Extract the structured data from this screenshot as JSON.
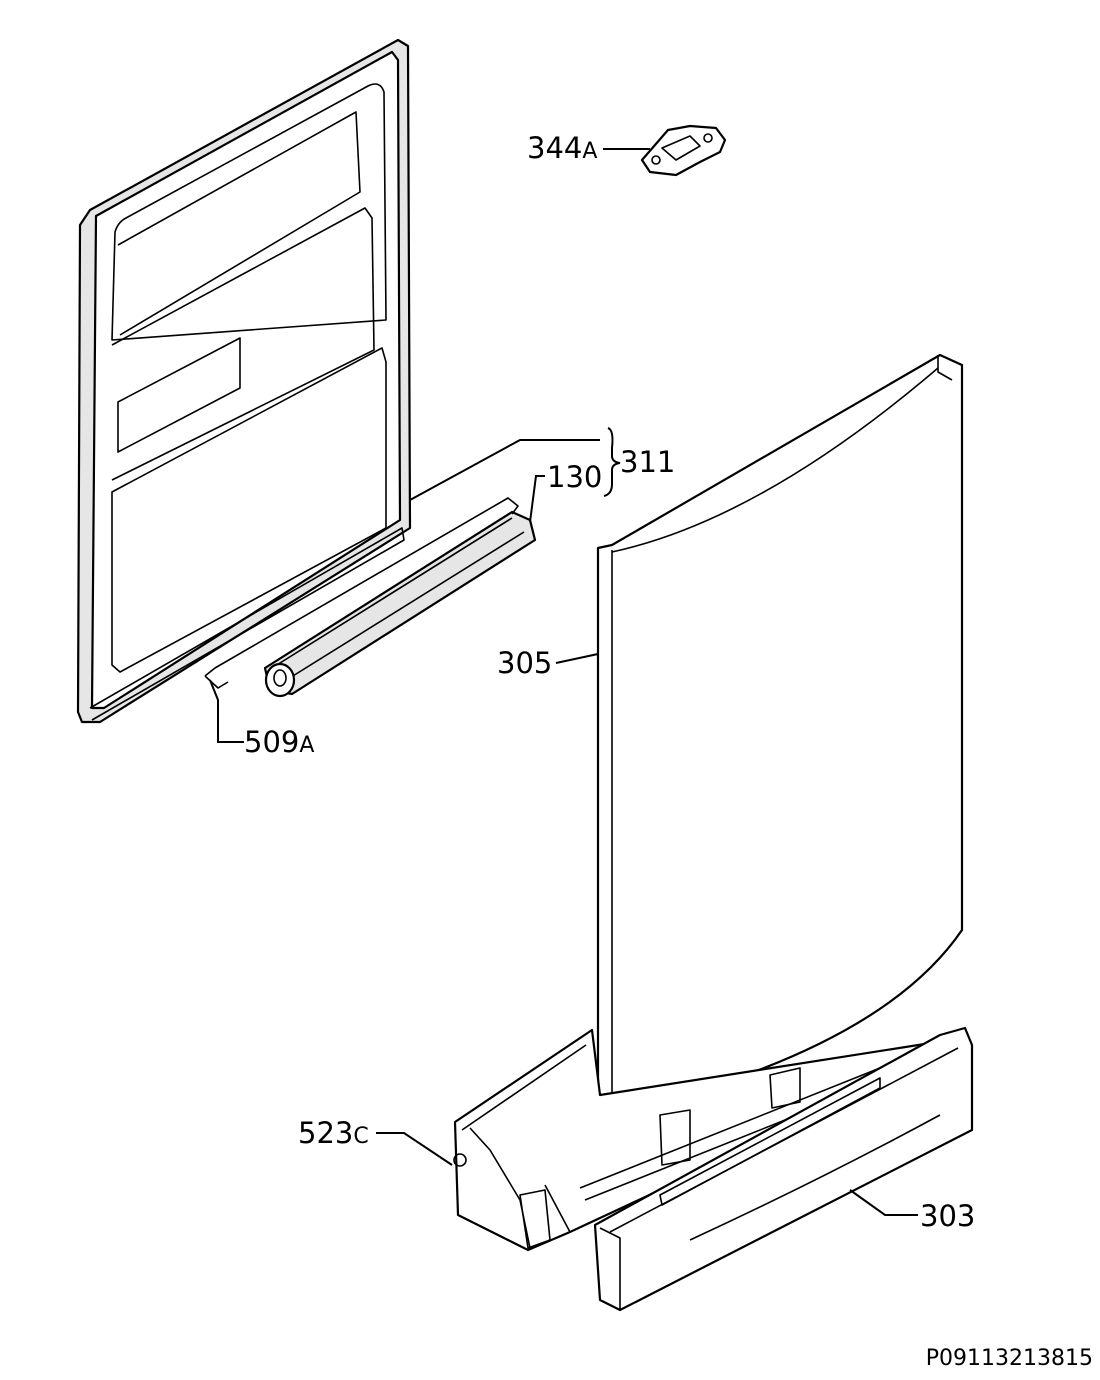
{
  "parts": [
    {
      "number": "344",
      "suffix": "A"
    },
    {
      "number": "311",
      "suffix": ""
    },
    {
      "number": "130",
      "suffix": ""
    },
    {
      "number": "305",
      "suffix": ""
    },
    {
      "number": "509",
      "suffix": "A"
    },
    {
      "number": "523",
      "suffix": "C"
    },
    {
      "number": "303",
      "suffix": ""
    }
  ],
  "drawing_reference": "P09113213815",
  "colors": {
    "line": "#000000",
    "background": "#ffffff",
    "shade": "#e6e6e6"
  }
}
